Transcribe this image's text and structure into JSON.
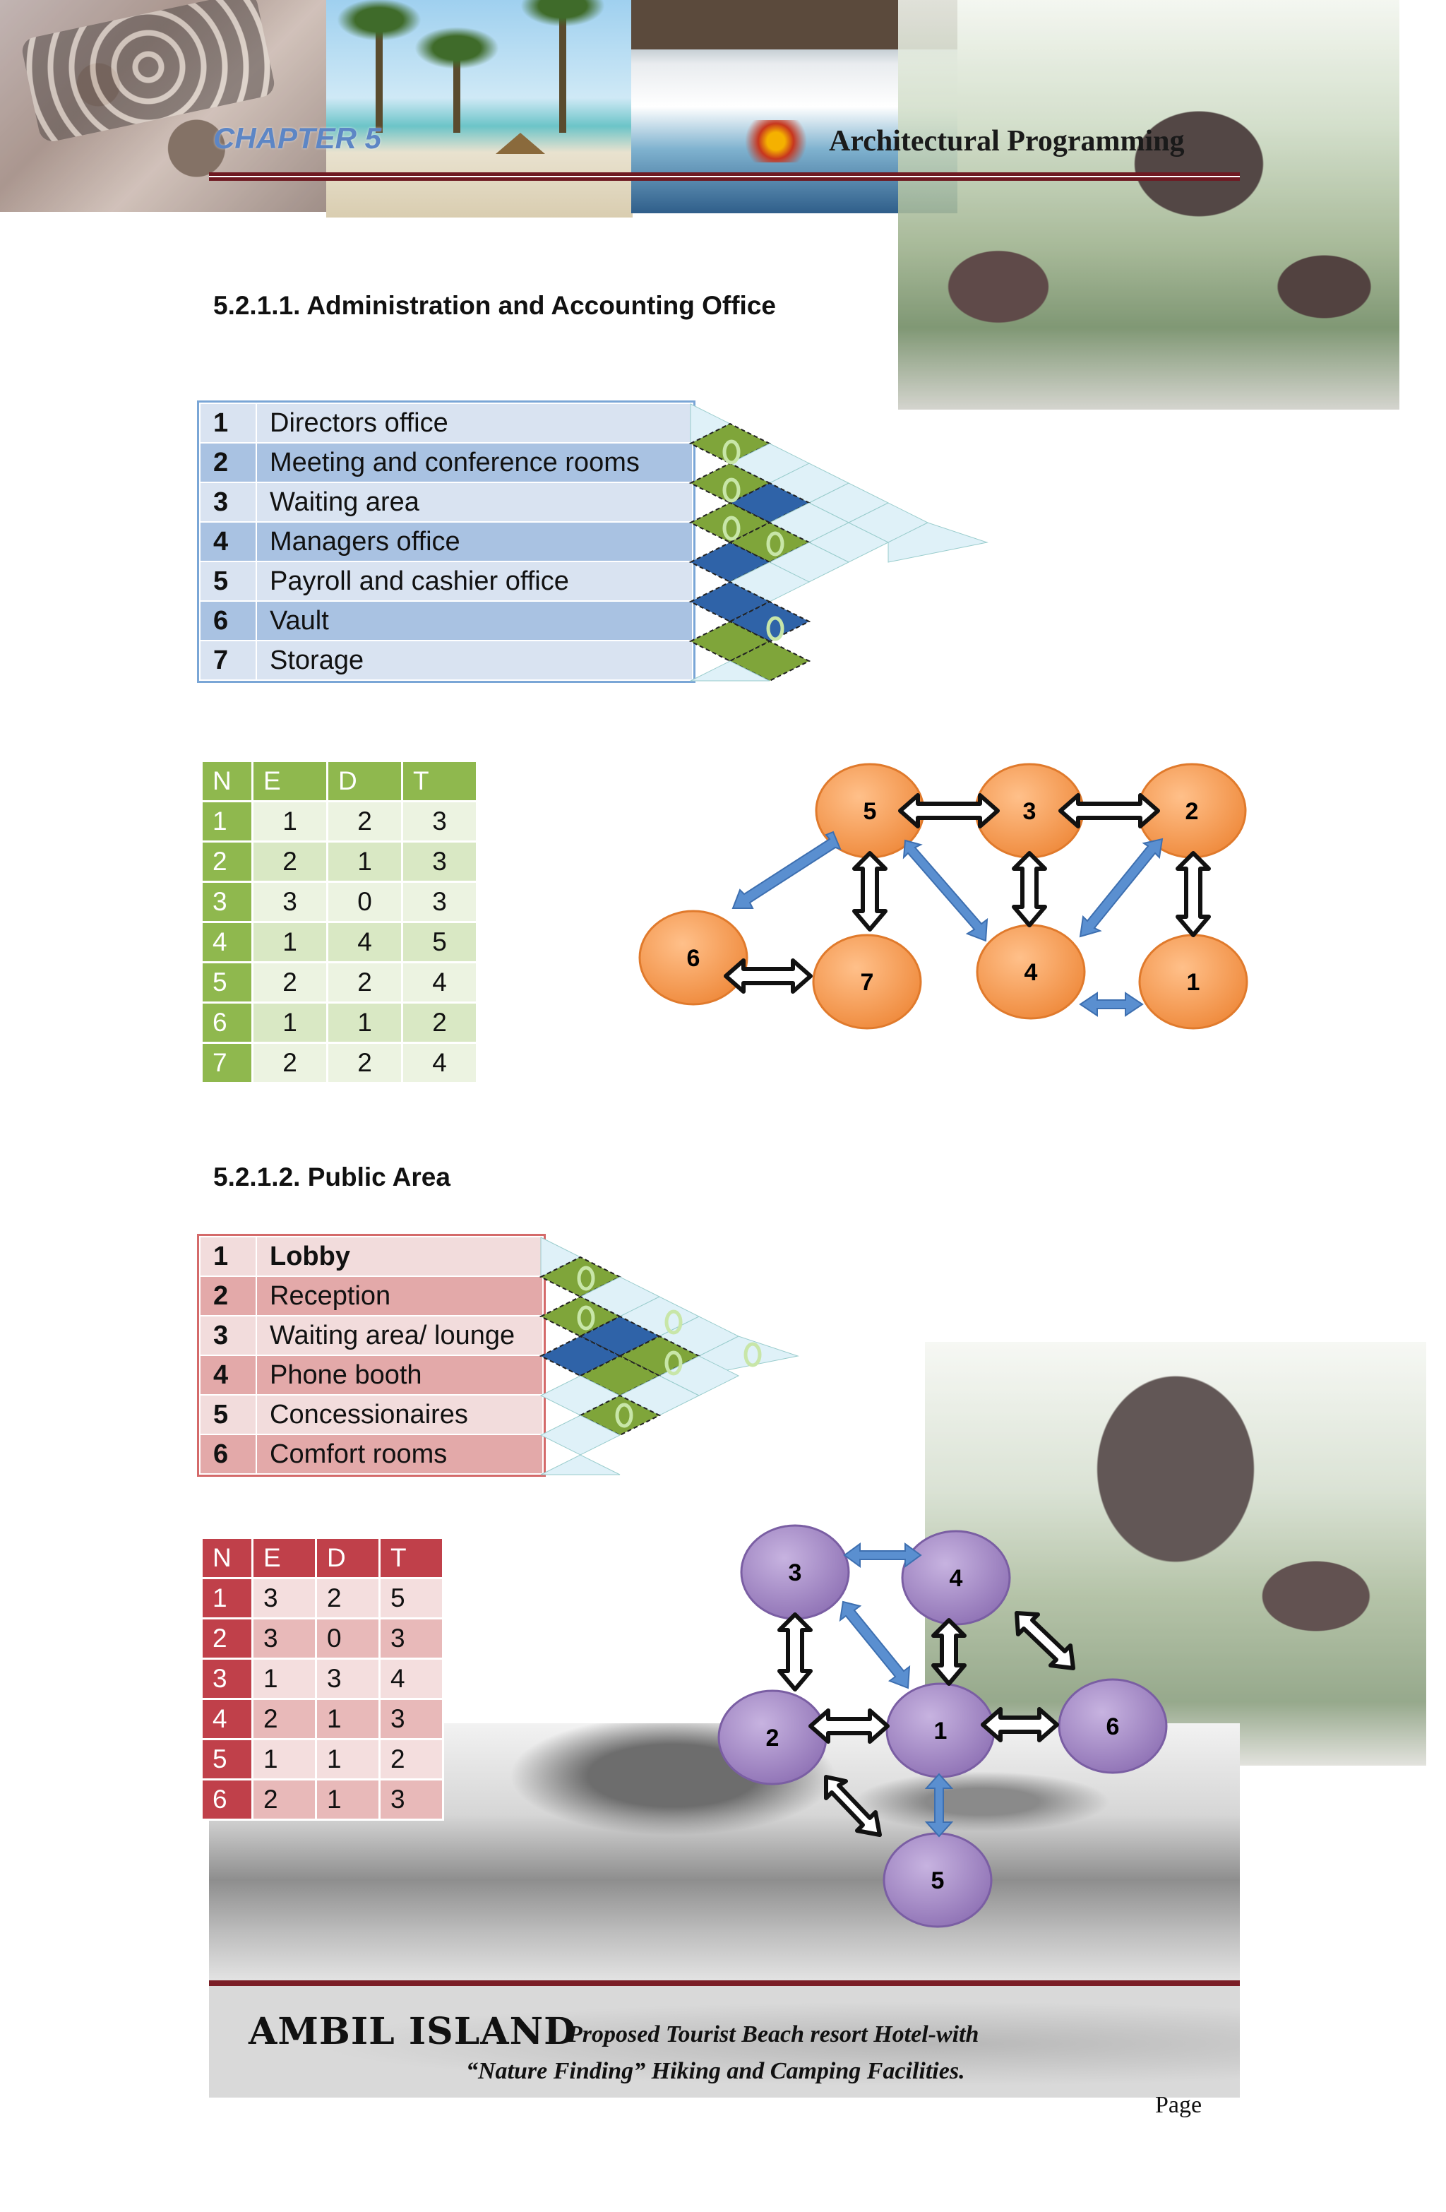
{
  "header": {
    "chapter": "CHAPTER 5",
    "section": "Architectural Programming"
  },
  "admin": {
    "heading": "5.2.1.1. Administration and Accounting Office",
    "list": [
      {
        "num": "1",
        "label": "Directors office"
      },
      {
        "num": "2",
        "label": "Meeting and conference rooms"
      },
      {
        "num": "3",
        "label": "Waiting area"
      },
      {
        "num": "4",
        "label": "Managers office"
      },
      {
        "num": "5",
        "label": "Payroll and cashier office"
      },
      {
        "num": "6",
        "label": "Vault"
      },
      {
        "num": "7",
        "label": "Storage"
      }
    ],
    "nedt_headers": [
      "N",
      "E",
      "D",
      "T"
    ],
    "nedt_rows": [
      [
        "1",
        "1",
        "2",
        "3"
      ],
      [
        "2",
        "2",
        "1",
        "3"
      ],
      [
        "3",
        "3",
        "0",
        "3"
      ],
      [
        "4",
        "1",
        "4",
        "5"
      ],
      [
        "5",
        "2",
        "2",
        "4"
      ],
      [
        "6",
        "1",
        "1",
        "2"
      ],
      [
        "7",
        "2",
        "2",
        "4"
      ]
    ],
    "bubble_nodes": [
      "1",
      "2",
      "3",
      "4",
      "5",
      "6",
      "7"
    ],
    "node_color": "#f7a35c"
  },
  "public": {
    "heading": "5.2.1.2. Public Area",
    "list": [
      {
        "num": "1",
        "label": "Lobby"
      },
      {
        "num": "2",
        "label": "Reception"
      },
      {
        "num": "3",
        "label": "Waiting area/ lounge"
      },
      {
        "num": "4",
        "label": "Phone booth"
      },
      {
        "num": "5",
        "label": "Concessionaires"
      },
      {
        "num": "6",
        "label": "Comfort rooms"
      }
    ],
    "nedt_headers": [
      "N",
      "E",
      "D",
      "T"
    ],
    "nedt_rows": [
      [
        "1",
        "3",
        "2",
        "5"
      ],
      [
        "2",
        "3",
        "0",
        "3"
      ],
      [
        "3",
        "1",
        "3",
        "4"
      ],
      [
        "4",
        "2",
        "1",
        "3"
      ],
      [
        "5",
        "1",
        "1",
        "2"
      ],
      [
        "6",
        "2",
        "1",
        "3"
      ]
    ],
    "bubble_nodes": [
      "1",
      "2",
      "3",
      "4",
      "5",
      "6"
    ],
    "node_color": "#a98fc9"
  },
  "footer": {
    "brand": "AMBIL ISLAND",
    "tagline_line1": "Proposed Tourist Beach resort Hotel-with",
    "tagline_line2": "“Nature Finding” Hiking and Camping Facilities.",
    "page_label": "Page"
  },
  "colors": {
    "accent_rule": "#6f1a22",
    "chapter_blue": "#5d86c5",
    "matrix_dark": "#2f63a8",
    "matrix_green": "#7fa53a",
    "matrix_light": "#dff1f8",
    "arrow_blue": "#5a8fd0"
  }
}
